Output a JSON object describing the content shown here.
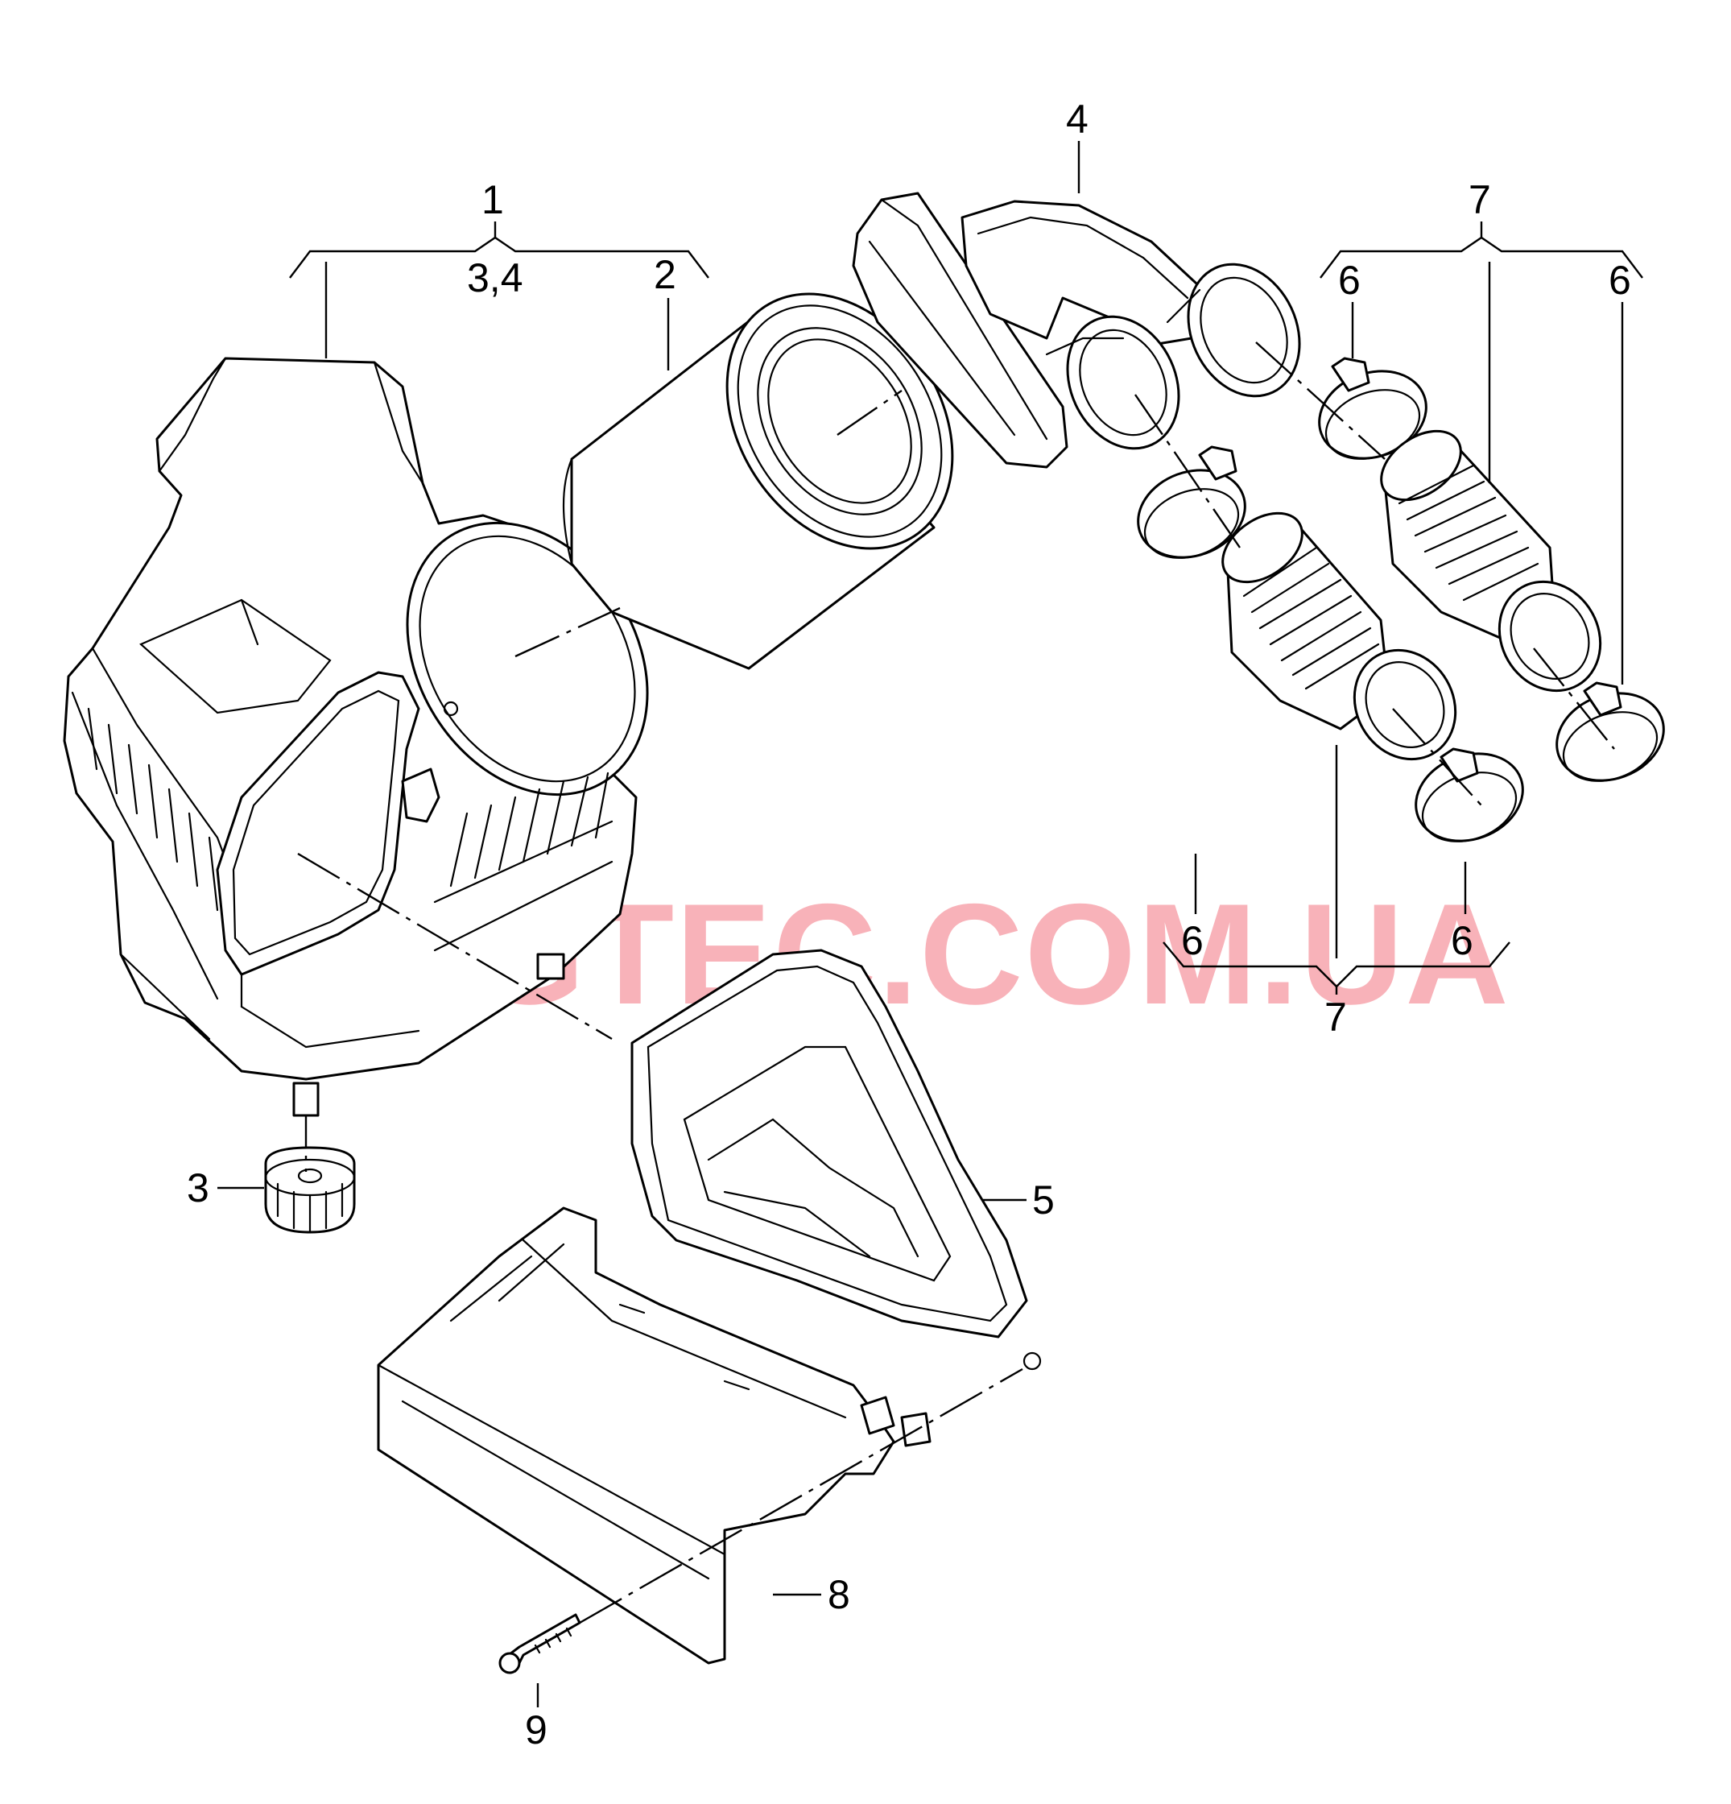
{
  "diagram": {
    "watermark": "VAGTEC.COM.UA",
    "accent_color": "#f37380",
    "labels": {
      "l1": "1",
      "l34": "3,4",
      "l2": "2",
      "l3": "3",
      "l4": "4",
      "l5": "5",
      "l6a": "6",
      "l6b": "6",
      "l6c": "6",
      "l6d": "6",
      "l7a": "7",
      "l7b": "7",
      "l8": "8",
      "l9": "9"
    }
  }
}
